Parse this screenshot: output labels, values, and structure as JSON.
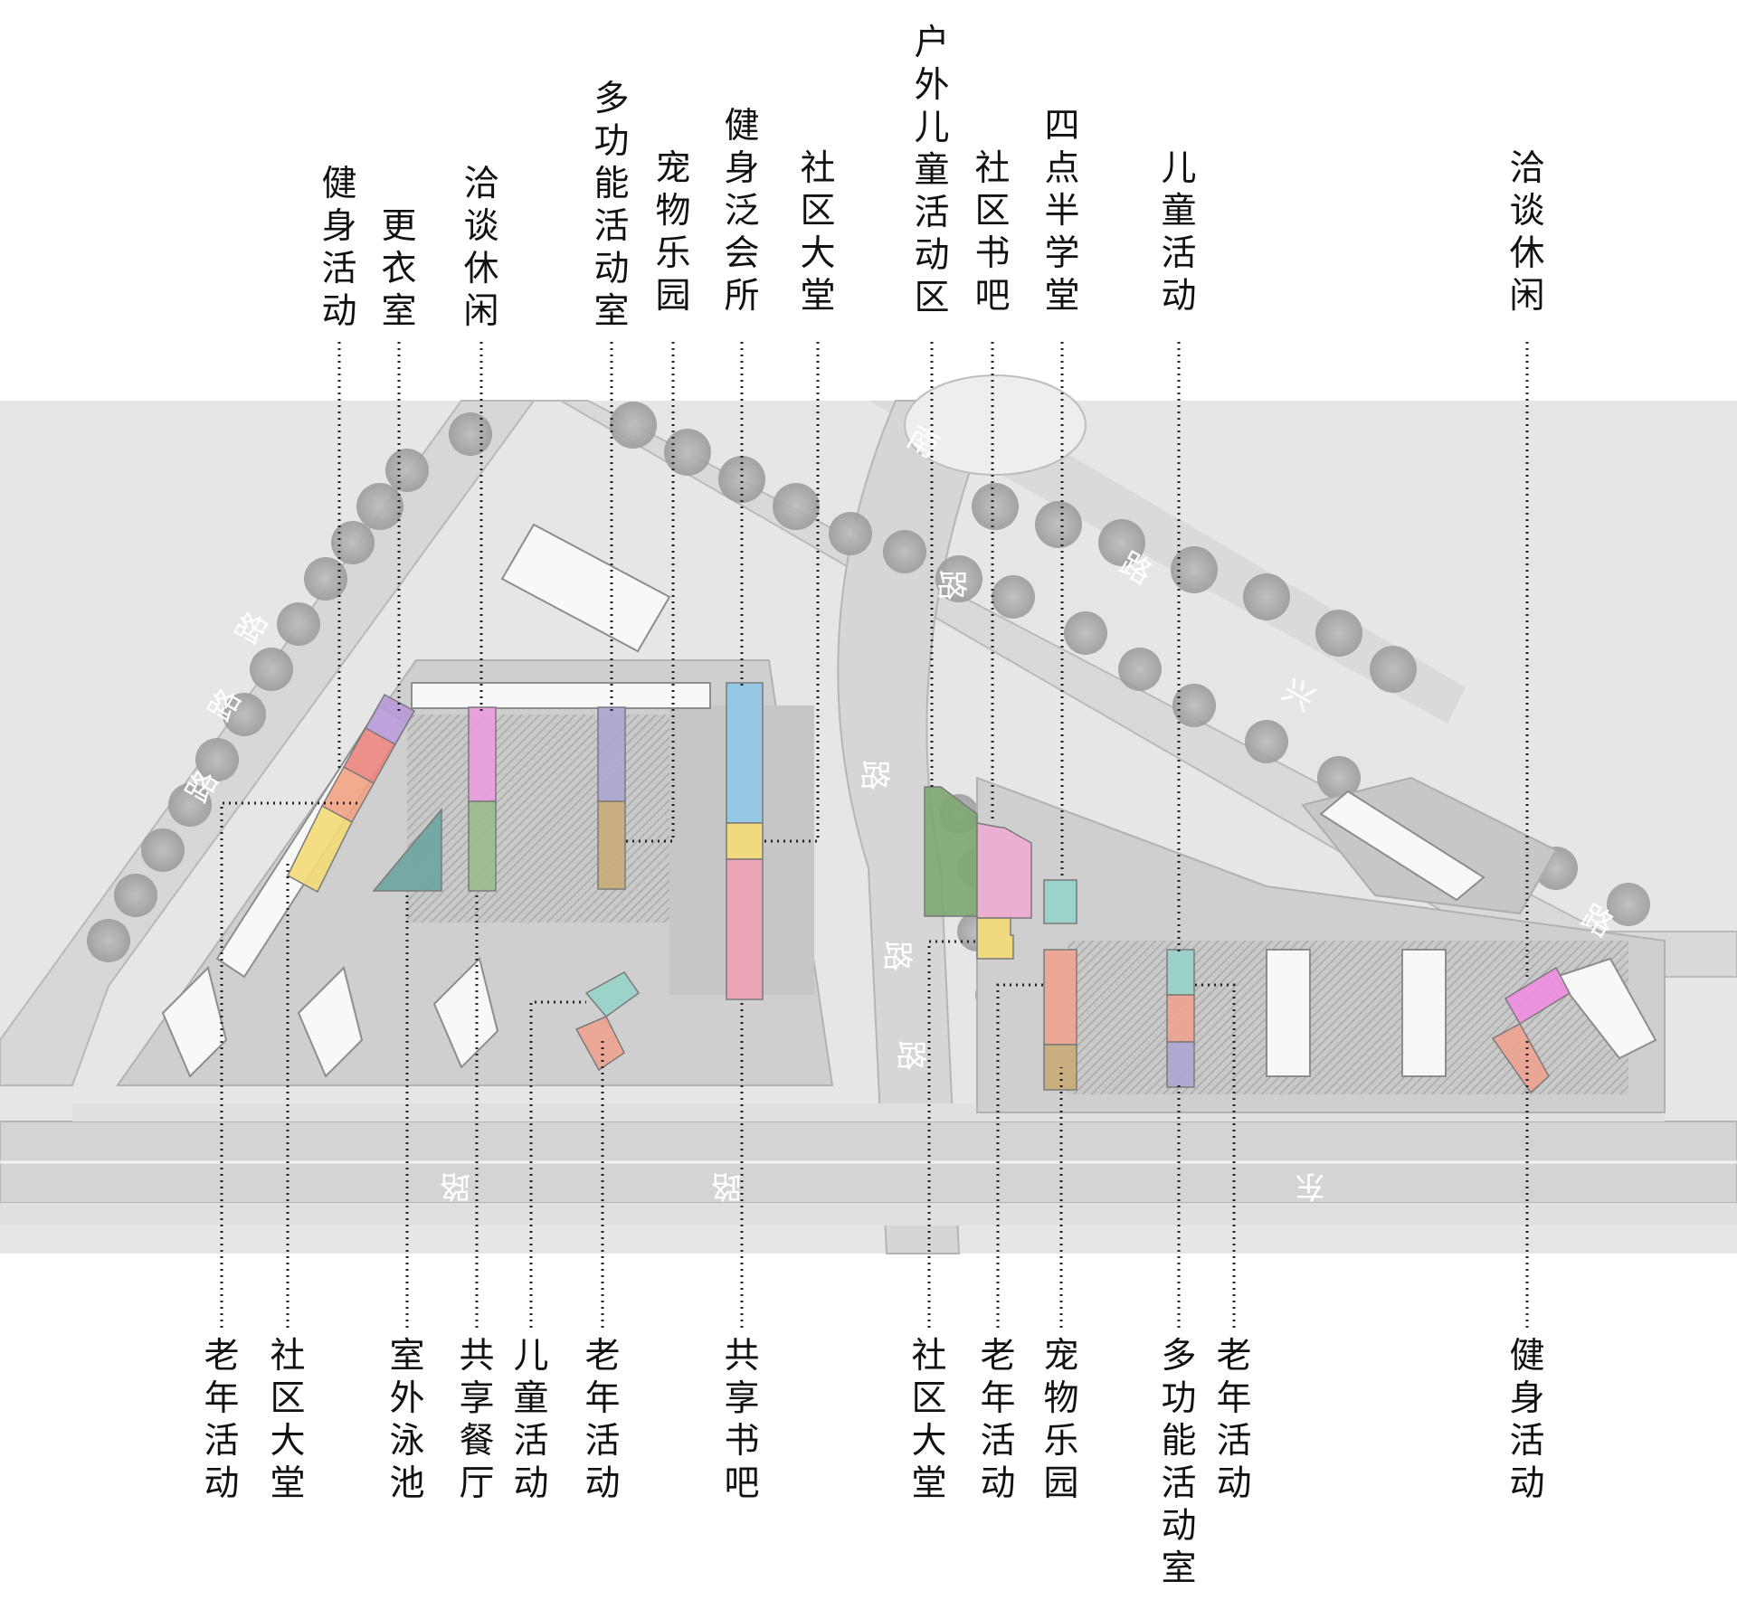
{
  "colors": {
    "purple": "#b79ad8",
    "red": "#ec8580",
    "orange": "#f2a485",
    "yellow": "#f3da78",
    "teal": "#6fa5a2",
    "pink": "#e99dde",
    "green": "#9bbc8d",
    "lavender": "#aba7d2",
    "tan": "#c9ac79",
    "blue": "#8fc8e6",
    "rose": "#eba2b4",
    "mint": "#98d3c9",
    "dgreen": "#7ea872",
    "lightpink": "#eeadd2",
    "salmon": "#eea491",
    "magenta": "#ee8ee0"
  },
  "top_labels": [
    {
      "id": "t1",
      "text": "健身活动"
    },
    {
      "id": "t2",
      "text": "更衣室"
    },
    {
      "id": "t3",
      "text": "洽谈休闲"
    },
    {
      "id": "t4",
      "text": "多功能活动室"
    },
    {
      "id": "t5",
      "text": "宠物乐园"
    },
    {
      "id": "t6",
      "text": "健身泛会所"
    },
    {
      "id": "t7",
      "text": "社区大堂"
    },
    {
      "id": "t8",
      "text": "户外儿童活动区"
    },
    {
      "id": "t9",
      "text": "社区书吧"
    },
    {
      "id": "t10",
      "text": "四点半学堂"
    },
    {
      "id": "t11",
      "text": "儿童活动"
    },
    {
      "id": "t12",
      "text": "洽谈休闲"
    }
  ],
  "bottom_labels": [
    {
      "id": "b1",
      "text": "老年活动"
    },
    {
      "id": "b2",
      "text": "社区大堂"
    },
    {
      "id": "b3",
      "text": "室外泳池"
    },
    {
      "id": "b4",
      "text": "共享餐厅"
    },
    {
      "id": "b5",
      "text": "儿童活动"
    },
    {
      "id": "b6",
      "text": "老年活动"
    },
    {
      "id": "b7",
      "text": "共享书吧"
    },
    {
      "id": "b8",
      "text": "社区大堂"
    },
    {
      "id": "b9",
      "text": "老年活动"
    },
    {
      "id": "b10",
      "text": "宠物乐园"
    },
    {
      "id": "b11",
      "text": "多功能活动室"
    },
    {
      "id": "b12",
      "text": "老年活动"
    },
    {
      "id": "b13",
      "text": "健身活动"
    }
  ],
  "road_chars": [
    "路",
    "路",
    "路",
    "南",
    "兴",
    "路",
    "路",
    "路",
    "路",
    "东",
    "路",
    "路",
    "路",
    "路"
  ]
}
